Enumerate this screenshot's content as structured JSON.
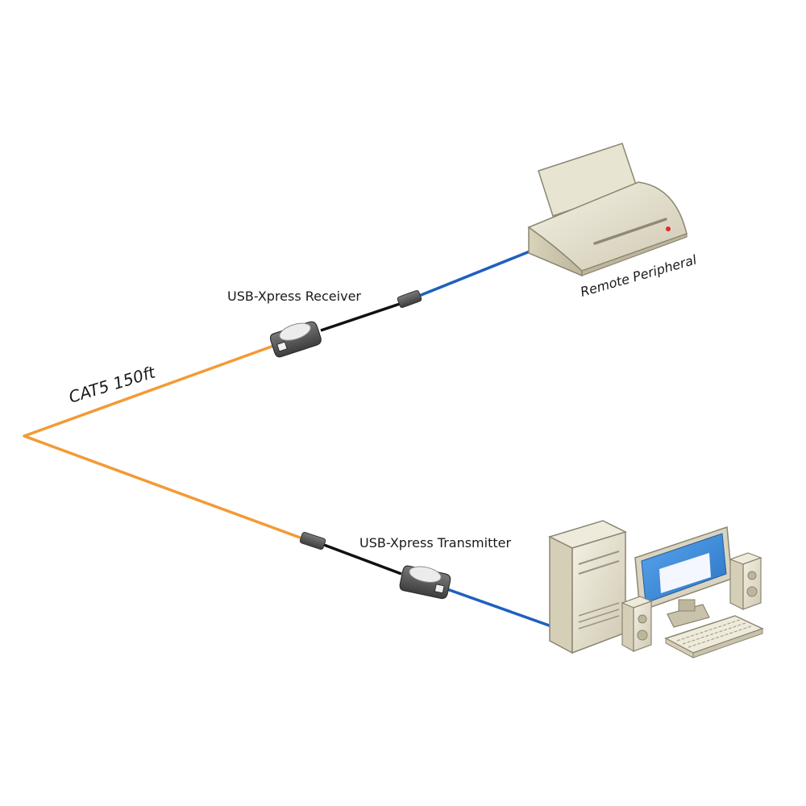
{
  "labels": {
    "receiver": "USB-Xpress Receiver",
    "transmitter": "USB-Xpress Transmitter",
    "cable": "CAT5 150ft",
    "peripheral": "Remote Peripheral"
  },
  "colors": {
    "cat5_cable": "#f39a35",
    "usb_cable": "#1f5fc0",
    "short_cable": "#111111",
    "device_body": "#5c5c5c",
    "beige": "#e6e1cf",
    "monitor_blue": "#3b8bd9",
    "led_red": "#e8262b"
  }
}
